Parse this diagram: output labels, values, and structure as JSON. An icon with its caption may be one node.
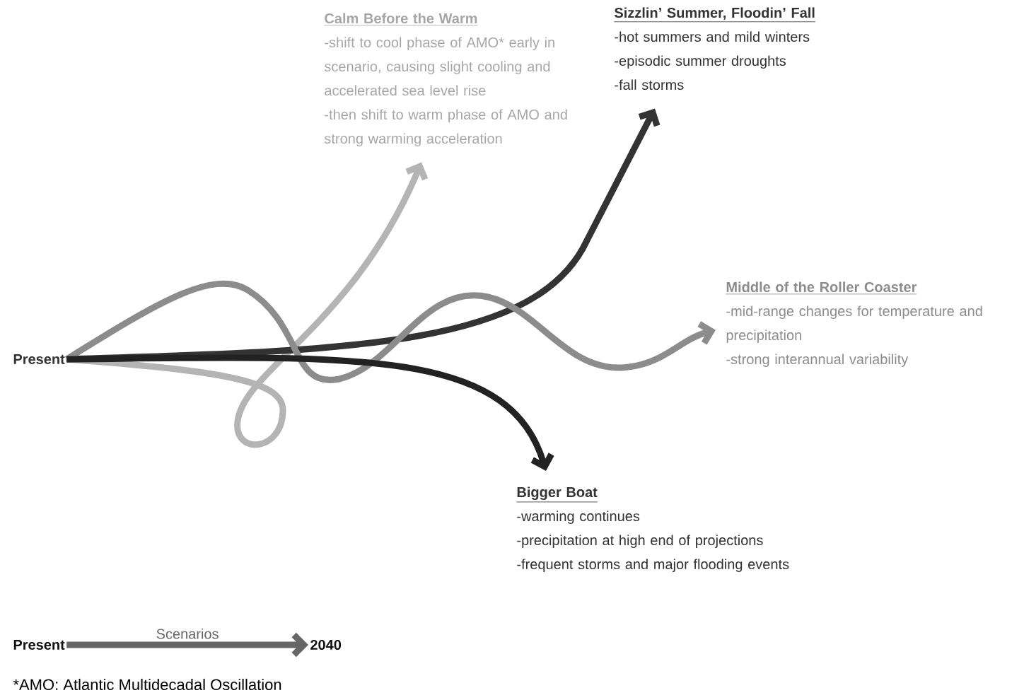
{
  "diagram": {
    "nodes": [
      {
        "text": [
          "Present"
        ]
      },
      {
        "text": [
          "Calm Before the Warm",
          "-shift to cool phase of AMO* early in scenario, causing slight cooling and accelerated sea level rise",
          "-then shift to warm phase of AMO and strong warming acceleration"
        ]
      },
      {
        "text": [
          "Sizzlin’ Summer, Floodin’ Fall",
          "-hot summers and mild winters",
          "-episodic summer droughts",
          "-fall storms"
        ]
      },
      {
        "text": [
          "Middle of the Roller Coaster",
          "-mid-range changes for temperature and precipitation",
          "-strong interannual variability"
        ]
      },
      {
        "text": [
          "Bigger Boat",
          "-warming continues",
          "-precipitation at high end of projections",
          "-frequent storms and major flooding events"
        ]
      },
      {
        "text": [
          "Present"
        ]
      },
      {
        "text": [
          "2040"
        ]
      }
    ],
    "edges": [
      {
        "from": 0,
        "to": 1,
        "arrow": "to",
        "color": "#b4b4b4"
      },
      {
        "from": 0,
        "to": 2,
        "arrow": "to",
        "color": "#333333"
      },
      {
        "from": 0,
        "to": 3,
        "arrow": "to",
        "color": "#8c8c8c"
      },
      {
        "from": 0,
        "to": 4,
        "arrow": "to",
        "color": "#222222"
      },
      {
        "from": 5,
        "to": 6,
        "label": "Scenarios",
        "arrow": "to",
        "color": "#666666"
      }
    ],
    "labels": [
      "*AMO: Atlantic Multidecadal Oscillation"
    ]
  }
}
